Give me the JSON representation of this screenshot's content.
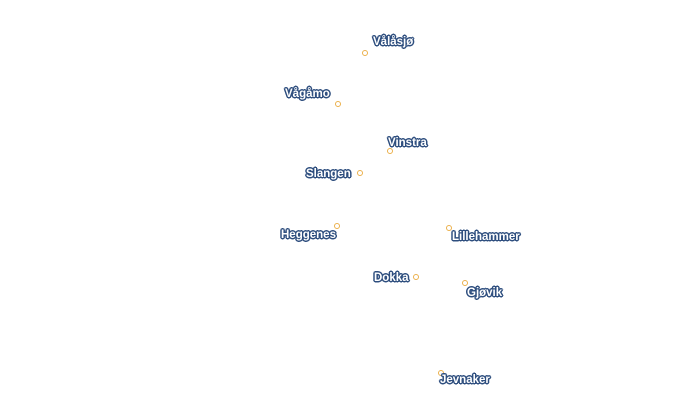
{
  "map": {
    "places": [
      {
        "id": "valasjo",
        "name": "Vålåsjø"
      },
      {
        "id": "vagamo",
        "name": "Vågåmo"
      },
      {
        "id": "vinstra",
        "name": "Vinstra"
      },
      {
        "id": "slangen",
        "name": "Slangen"
      },
      {
        "id": "heggenes",
        "name": "Heggenes"
      },
      {
        "id": "lillehammer",
        "name": "Lillehammer"
      },
      {
        "id": "dokka",
        "name": "Dokka"
      },
      {
        "id": "gjovik",
        "name": "Gjøvik"
      },
      {
        "id": "jevnaker",
        "name": "Jevnaker"
      }
    ],
    "colors": {
      "marker": "#ebb04b",
      "label_fill": "#ffffff",
      "label_halo": "#2f4f7f",
      "background": "#ffffff"
    },
    "icons": {
      "place_marker": "circle-marker-icon"
    }
  }
}
